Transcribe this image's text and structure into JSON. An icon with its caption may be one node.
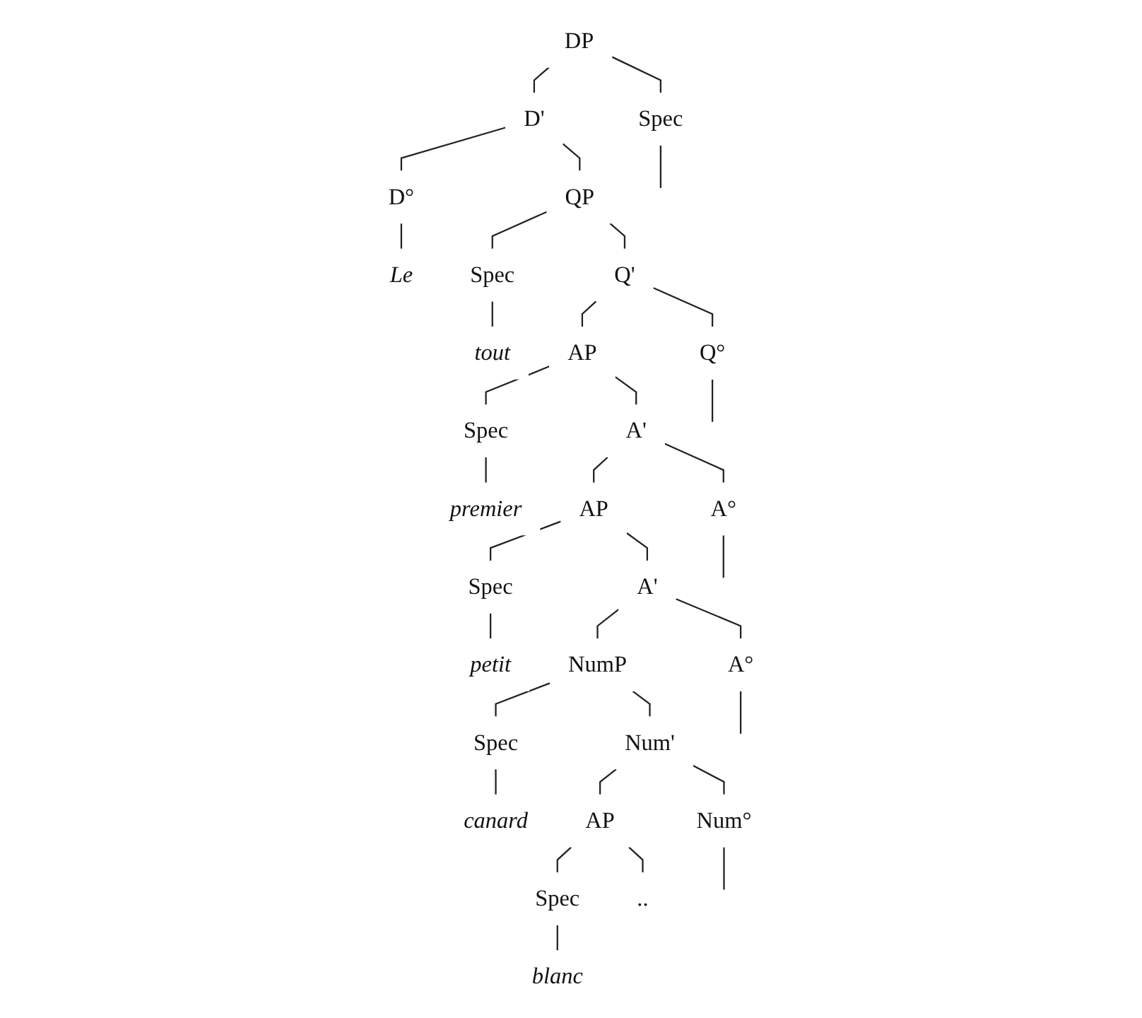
{
  "diagram": {
    "nodes": [
      {
        "text": [
          "DP"
        ]
      },
      {
        "text": [
          "Spec"
        ]
      },
      {
        "text": [
          "D'"
        ]
      },
      {
        "text": [
          "D°"
        ]
      },
      {
        "text": [
          "QP"
        ]
      },
      {
        "text": [
          "Le"
        ]
      },
      {
        "text": [
          "Spec"
        ]
      },
      {
        "text": [
          "Q'"
        ]
      },
      {
        "text": [
          "tout"
        ]
      },
      {
        "text": [
          "Q°"
        ]
      },
      {
        "text": [
          "AP"
        ]
      },
      {
        "text": [
          "Spec"
        ]
      },
      {
        "text": [
          "A'"
        ]
      },
      {
        "text": [
          "premier"
        ]
      },
      {
        "text": [
          "A°"
        ]
      },
      {
        "text": [
          "AP"
        ]
      },
      {
        "text": [
          "Spec"
        ]
      },
      {
        "text": [
          "A'"
        ]
      },
      {
        "text": [
          "petit"
        ]
      },
      {
        "text": [
          "A°"
        ]
      },
      {
        "text": [
          "NumP"
        ]
      },
      {
        "text": [
          "Spec"
        ]
      },
      {
        "text": [
          "Num'"
        ]
      },
      {
        "text": [
          "canard"
        ]
      },
      {
        "text": [
          "Num°"
        ]
      },
      {
        "text": [
          "AP"
        ]
      },
      {
        "text": [
          "Spec"
        ]
      },
      {
        "text": [
          ".."
        ]
      },
      {
        "text": [
          "blanc"
        ]
      }
    ],
    "edges": [
      {
        "from": 0,
        "to": 1,
        "arrow": "none"
      },
      {
        "from": 0,
        "to": 2,
        "arrow": "none"
      },
      {
        "from": 1,
        "to": null,
        "arrow": "none"
      },
      {
        "from": 2,
        "to": 3,
        "arrow": "none"
      },
      {
        "from": 2,
        "to": 4,
        "arrow": "none"
      },
      {
        "from": 3,
        "to": 5,
        "arrow": "none"
      },
      {
        "from": 4,
        "to": 6,
        "arrow": "none"
      },
      {
        "from": 4,
        "to": 7,
        "arrow": "none"
      },
      {
        "from": 6,
        "to": 8,
        "arrow": "none"
      },
      {
        "from": 7,
        "to": 9,
        "arrow": "none"
      },
      {
        "from": 7,
        "to": 10,
        "arrow": "none"
      },
      {
        "from": 9,
        "to": null,
        "arrow": "none"
      },
      {
        "from": 10,
        "to": 11,
        "arrow": "none"
      },
      {
        "from": 10,
        "to": 12,
        "arrow": "none"
      },
      {
        "from": 11,
        "to": 13,
        "arrow": "none"
      },
      {
        "from": 12,
        "to": 14,
        "arrow": "none"
      },
      {
        "from": 12,
        "to": 15,
        "arrow": "none"
      },
      {
        "from": 14,
        "to": null,
        "arrow": "none"
      },
      {
        "from": 15,
        "to": 16,
        "arrow": "none"
      },
      {
        "from": 15,
        "to": 17,
        "arrow": "none"
      },
      {
        "from": 16,
        "to": 18,
        "arrow": "none"
      },
      {
        "from": 17,
        "to": 19,
        "arrow": "none"
      },
      {
        "from": 17,
        "to": 20,
        "arrow": "none"
      },
      {
        "from": 19,
        "to": null,
        "arrow": "none"
      },
      {
        "from": 20,
        "to": 21,
        "arrow": "none"
      },
      {
        "from": 20,
        "to": 22,
        "arrow": "none"
      },
      {
        "from": 21,
        "to": 23,
        "arrow": "none"
      },
      {
        "from": 22,
        "to": 24,
        "arrow": "none"
      },
      {
        "from": 22,
        "to": 25,
        "arrow": "none"
      },
      {
        "from": 24,
        "to": null,
        "arrow": "none"
      },
      {
        "from": 25,
        "to": 26,
        "arrow": "none"
      },
      {
        "from": 25,
        "to": 27,
        "arrow": "none"
      },
      {
        "from": 26,
        "to": 28,
        "arrow": "none"
      }
    ]
  }
}
